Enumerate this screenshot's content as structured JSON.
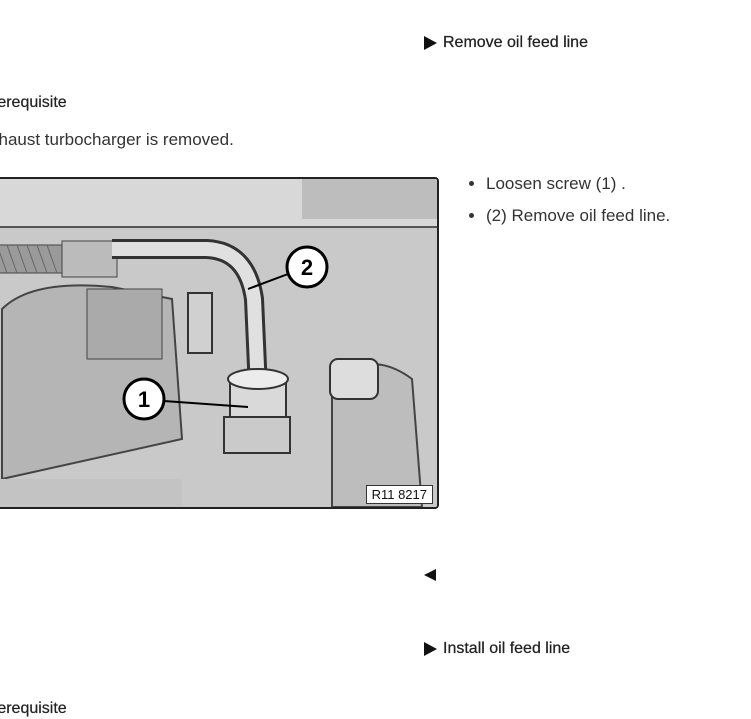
{
  "sections": {
    "remove": {
      "title": "Remove oil feed line"
    },
    "install": {
      "title": "Install oil feed line"
    }
  },
  "prerequisite_1": {
    "heading": "rerequisite",
    "text": "xhaust turbocharger is removed."
  },
  "prerequisite_2": {
    "heading": "rerequisite"
  },
  "figure": {
    "label": "R11 8217",
    "callouts": [
      "1",
      "2"
    ]
  },
  "steps": [
    "Loosen screw (1) .",
    "(2) Remove oil feed line."
  ]
}
